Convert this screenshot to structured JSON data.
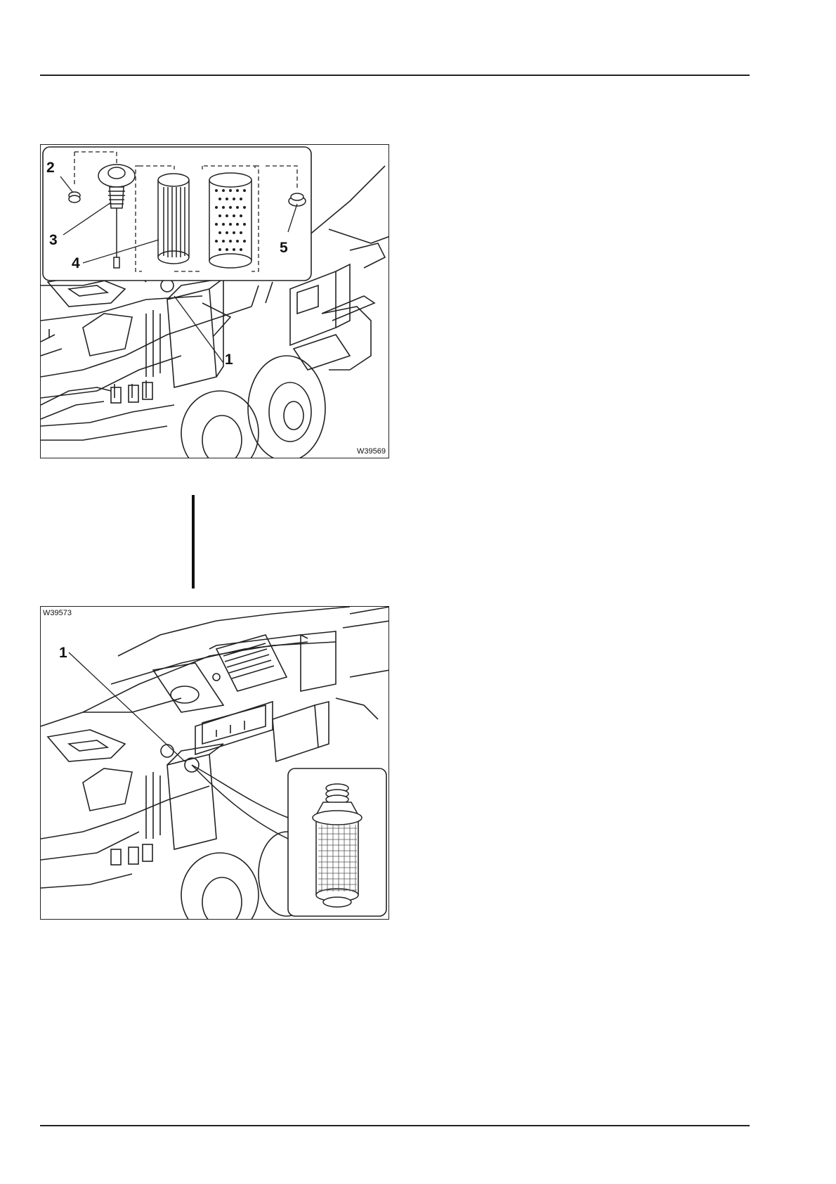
{
  "figures": [
    {
      "id": "W39569",
      "callouts": [
        "1",
        "2",
        "3",
        "4",
        "5"
      ]
    },
    {
      "id": "W39573",
      "callouts": [
        "1"
      ]
    }
  ]
}
